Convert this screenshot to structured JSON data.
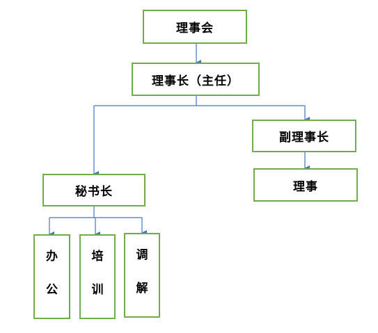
{
  "nodes": {
    "board": "理事会",
    "chairman": "理事长（主任）",
    "vice_chairman": "副理事长",
    "director": "理事",
    "secretary_general": "秘书长",
    "office_chars": [
      "办",
      "公"
    ],
    "training_chars": [
      "培",
      "训"
    ],
    "mediation_chars": [
      "调",
      "解"
    ]
  },
  "colors": {
    "box_border": "#70ad47",
    "connector": "#4472c4"
  }
}
